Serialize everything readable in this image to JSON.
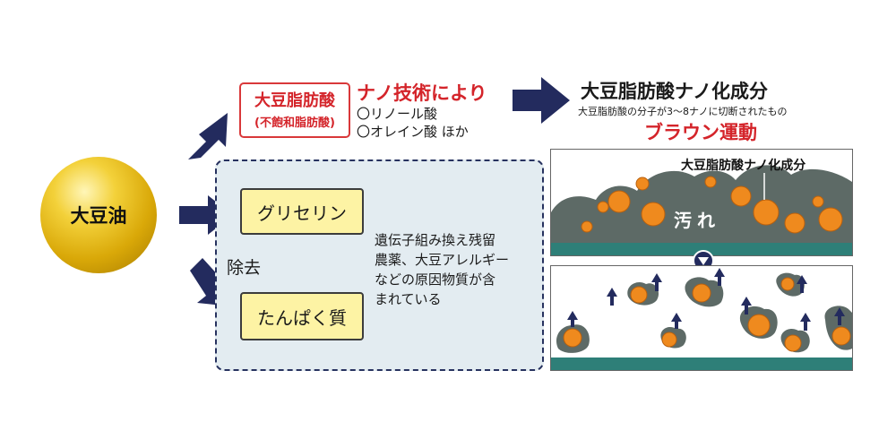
{
  "soybean_oil": "大豆油",
  "fatty_acid": {
    "line1": "大豆脂肪酸",
    "line2": "(不飽和脂肪酸)"
  },
  "nano_tech": "ナノ技術により",
  "acids": [
    "〇リノール酸",
    "〇オレイン酸 ほか"
  ],
  "nano_component": {
    "title": "大豆脂肪酸ナノ化成分",
    "description": "大豆脂肪酸の分子が3～8ナノに切断されたもの",
    "motion": "ブラウン運動"
  },
  "glycerin": "グリセリン",
  "protein": "たんぱく質",
  "removal": "除去",
  "gmo_note": "遺伝子組み換え残留\n農薬、大豆アレルギー\nなどの原因物質が含\nまれている",
  "panel_top": {
    "label": "大豆脂肪酸ナノ化成分",
    "dirt": "汚れ"
  },
  "colors": {
    "navy": "#232b5e",
    "red": "#d4242a",
    "gold": "#e0b112",
    "dirt": "#5d6a66",
    "floor": "#2e7f78",
    "particle": "#ef8a1e"
  }
}
